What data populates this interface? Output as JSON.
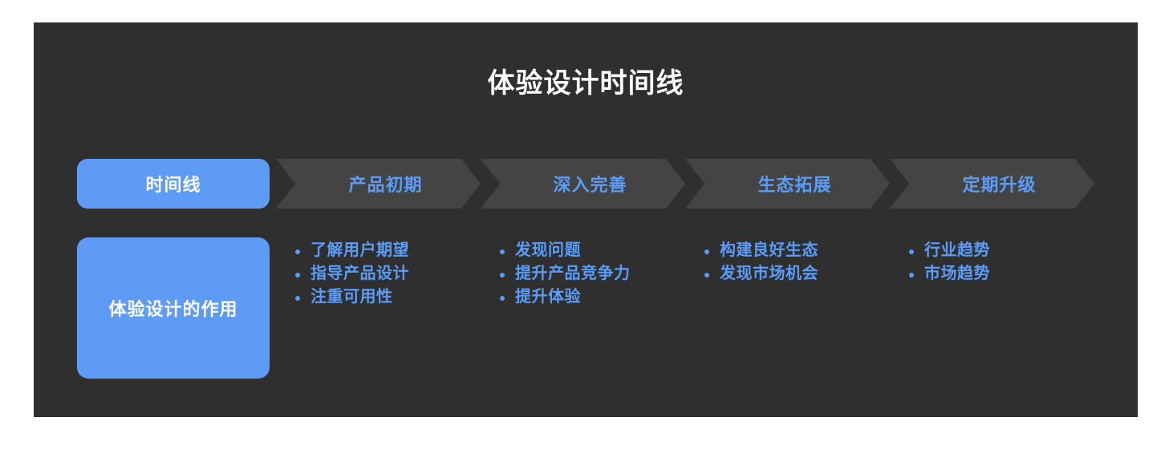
{
  "theme": {
    "page_bg": "#ffffff",
    "panel_bg": "#2f2f2f",
    "accent_blue": "#5d9bf6",
    "text_blue": "#5b9cf8",
    "chevron_gray": "#444444",
    "title_color": "#ffffff"
  },
  "header": {
    "title": "体验设计时间线"
  },
  "timeline": {
    "stages": [
      {
        "label": "时间线",
        "style": "pill-active"
      },
      {
        "label": "产品初期",
        "style": "chevron"
      },
      {
        "label": "深入完善",
        "style": "chevron"
      },
      {
        "label": "生态拓展",
        "style": "chevron"
      },
      {
        "label": "定期升级",
        "style": "chevron"
      }
    ]
  },
  "role_row": {
    "card_label": "体验设计的作用",
    "columns": [
      {
        "stage": "产品初期",
        "items": [
          "了解用户期望",
          "指导产品设计",
          "注重可用性"
        ]
      },
      {
        "stage": "深入完善",
        "items": [
          "发现问题",
          "提升产品竞争力",
          "提升体验"
        ]
      },
      {
        "stage": "生态拓展",
        "items": [
          "构建良好生态",
          "发现市场机会"
        ]
      },
      {
        "stage": "定期升级",
        "items": [
          "行业趋势",
          "市场趋势"
        ]
      }
    ]
  }
}
